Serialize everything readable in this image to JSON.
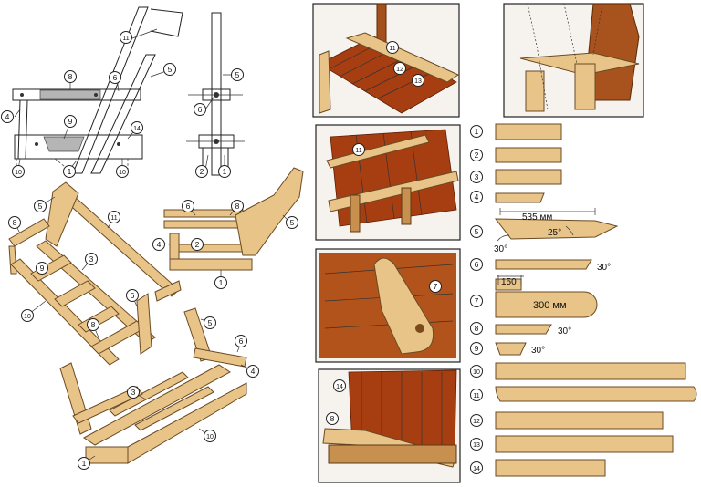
{
  "parts": [
    {
      "num": "1"
    },
    {
      "num": "2"
    },
    {
      "num": "3"
    },
    {
      "num": "4"
    },
    {
      "num": "5"
    },
    {
      "num": "6"
    },
    {
      "num": "7"
    },
    {
      "num": "8"
    },
    {
      "num": "9"
    },
    {
      "num": "10"
    },
    {
      "num": "11"
    },
    {
      "num": "12"
    },
    {
      "num": "13"
    },
    {
      "num": "14"
    }
  ],
  "dims": {
    "length_535": "535 мм",
    "angle_25": "25°",
    "angle_30": "30°",
    "dim_150": "150",
    "dim_300": "300 мм"
  },
  "colors": {
    "wood_light": "#e9c489",
    "wood_plank": "#a63e12",
    "outline": "#222222"
  }
}
